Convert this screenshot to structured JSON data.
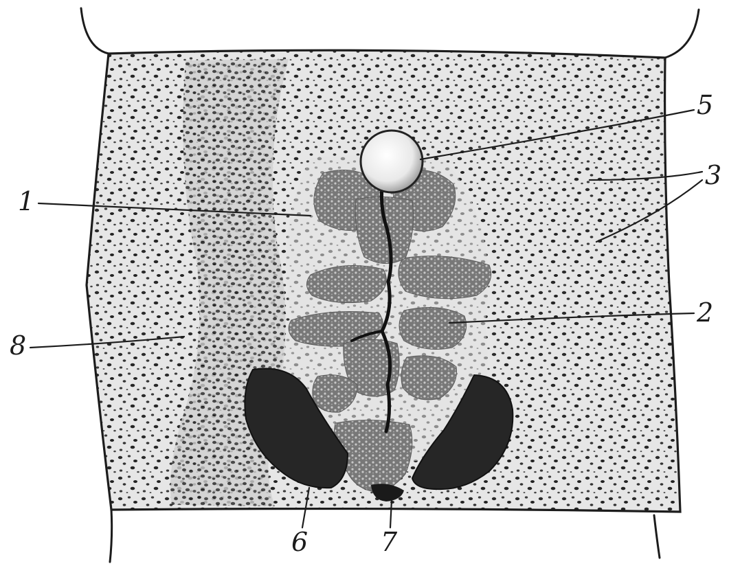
{
  "figure": {
    "colors": {
      "ink": "#1c1c1c",
      "background": "#ffffff",
      "cytoplasm": "#e6e6e6",
      "organ_gray": "#777777",
      "organ_dark": "#262626"
    },
    "callouts": [
      {
        "id": "c1",
        "label": "1"
      },
      {
        "id": "c2",
        "label": "2"
      },
      {
        "id": "c3",
        "label": "3"
      },
      {
        "id": "c5",
        "label": "5"
      },
      {
        "id": "c6",
        "label": "6"
      },
      {
        "id": "c7",
        "label": "7"
      },
      {
        "id": "c8",
        "label": "8"
      }
    ]
  }
}
